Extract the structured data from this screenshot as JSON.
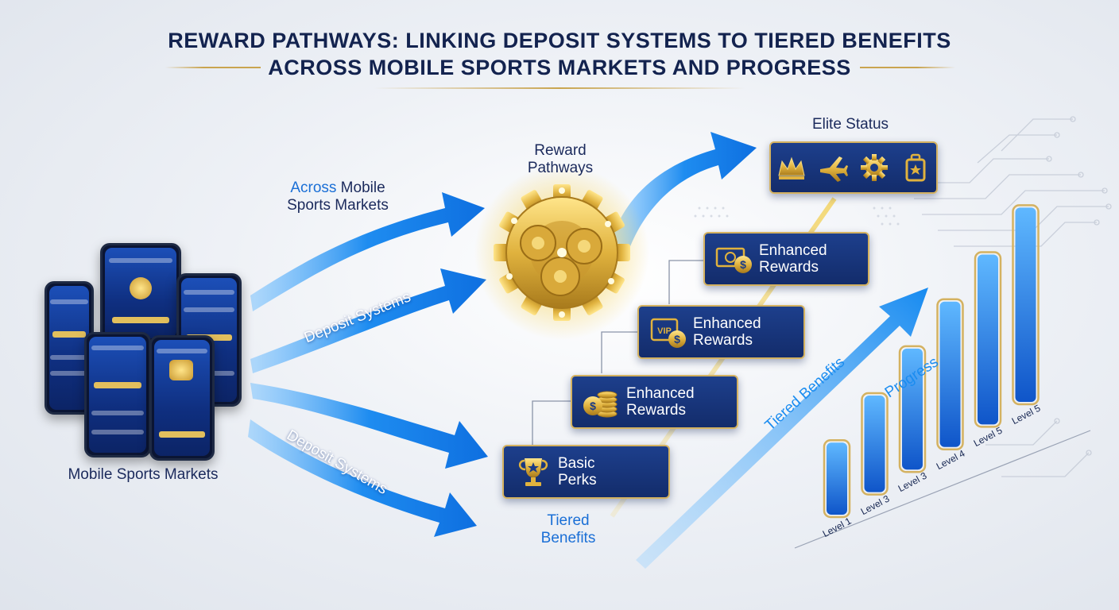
{
  "title": {
    "line1": "REWARD PATHWAYS: LINKING DEPOSIT SYSTEMS TO TIERED BENEFITS",
    "line2": "ACROSS MOBILE SPORTS MARKETS AND PROGRESS"
  },
  "labels": {
    "across_word": "Across",
    "across_rest": " Mobile",
    "sports_markets": "Sports Markets",
    "deposit_upper": "Deposit Systems",
    "deposit_lower": "Deposit Systems",
    "mobile_sports_markets": "Mobile Sports Markets",
    "reward_line1": "Reward",
    "reward_line2": "Pathways",
    "elite_status": "Elite Status",
    "tiered_line1": "Tiered",
    "tiered_line2": "Benefits",
    "tiered_diag": "Tiered Benefits",
    "progress": "Progress"
  },
  "tiers": [
    {
      "line1": "Enhanced",
      "line2": "Rewards",
      "icon": "cash-coin-icon"
    },
    {
      "line1": "Enhanced",
      "line2": "Rewards",
      "icon": "vip-ticket-icon"
    },
    {
      "line1": "Enhanced",
      "line2": "Rewards",
      "icon": "coin-stack-icon"
    },
    {
      "line1": "Basic",
      "line2": "Perks",
      "icon": "trophy-icon"
    }
  ],
  "elite_icons": [
    "crown-icon",
    "airplane-icon",
    "gear-icon",
    "luggage-icon"
  ],
  "chart_data": {
    "type": "bar",
    "categories": [
      "Level 1",
      "Level 3",
      "Level 3",
      "Level 4",
      "Level 5",
      "Level 5"
    ],
    "values": [
      1,
      2,
      3,
      4,
      5,
      6
    ],
    "title": "Progress",
    "ylim": [
      0,
      6.5
    ],
    "grid": false
  },
  "colors": {
    "navy": "#13234f",
    "accent_blue": "#1a6fd6",
    "gold": "#d4b261",
    "tier_fill": "#1a3a85",
    "bar_blue": "#1e7de8"
  }
}
